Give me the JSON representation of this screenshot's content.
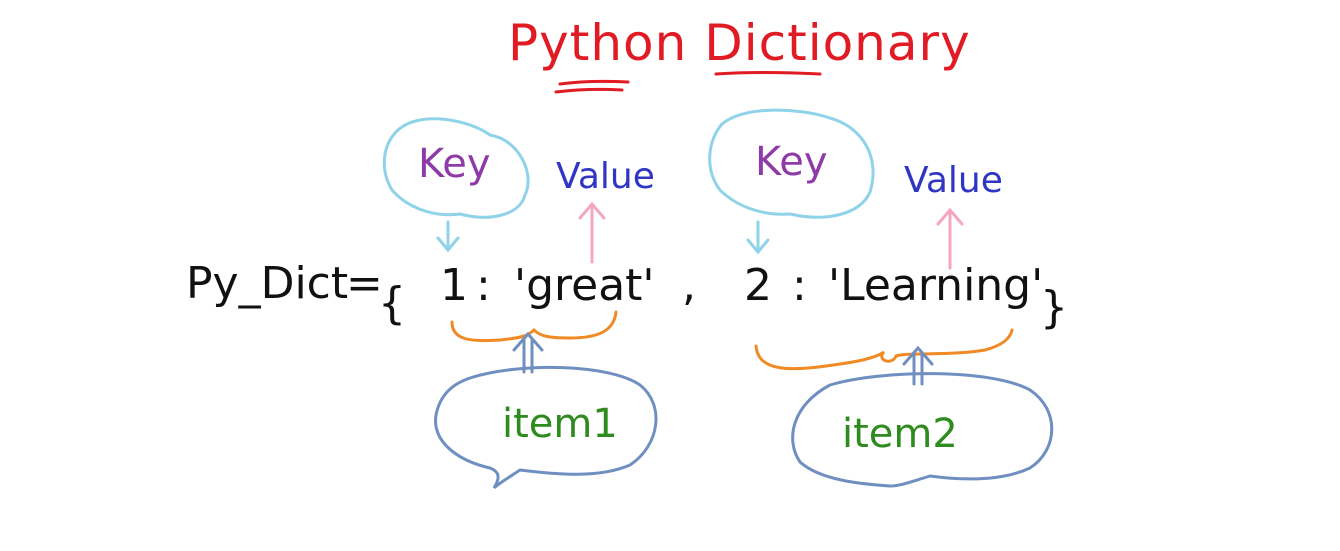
{
  "title": "Python Dictionary",
  "expression": {
    "name": "Py_Dict",
    "equals": "=",
    "open_brace": "{",
    "close_brace": "}",
    "pair1_key": "1",
    "pair1_colon": ":",
    "pair1_value": "'great'",
    "separator": ",",
    "pair2_key": "2",
    "pair2_colon": ":",
    "pair2_value": "'Learning'"
  },
  "labels": {
    "key1": "Key",
    "value1": "Value",
    "key2": "Key",
    "value2": "Value",
    "item1": "item1",
    "item2": "item2"
  },
  "colors": {
    "title": "#e01b24",
    "key_text": "#8e3aa8",
    "key_cloud": "#8fd3e8",
    "value_text": "#3036c4",
    "value_arrow": "#f4a6c0",
    "brace": "#f08a24",
    "item_cloud": "#6f8fc0",
    "item_text": "#2e8b1e",
    "ink": "#111111"
  }
}
